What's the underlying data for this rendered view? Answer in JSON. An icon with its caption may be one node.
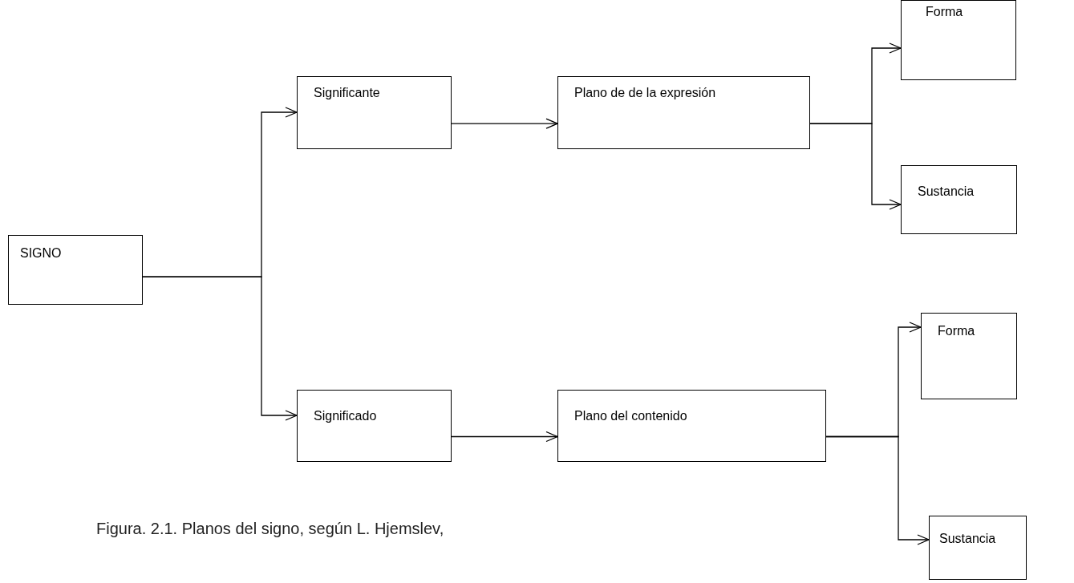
{
  "diagram": {
    "caption": "Figura. 2.1. Planos del signo, según L. Hjemslev,",
    "nodes": [
      {
        "text": [
          "SIGNO"
        ]
      },
      {
        "text": [
          "Significante"
        ]
      },
      {
        "text": [
          "Plano de de la expresión"
        ]
      },
      {
        "text": [
          "Forma"
        ]
      },
      {
        "text": [
          "Sustancia"
        ]
      },
      {
        "text": [
          "Significado"
        ]
      },
      {
        "text": [
          "Plano del contenido"
        ]
      },
      {
        "text": [
          "Forma"
        ]
      },
      {
        "text": [
          "Sustancia"
        ]
      }
    ],
    "edges": [
      {
        "from": 0,
        "to": 1,
        "arrow": "to"
      },
      {
        "from": 0,
        "to": 5,
        "arrow": "to"
      },
      {
        "from": 1,
        "to": 2,
        "arrow": "to"
      },
      {
        "from": 2,
        "to": 3,
        "arrow": "to"
      },
      {
        "from": 2,
        "to": 4,
        "arrow": "to"
      },
      {
        "from": 5,
        "to": 6,
        "arrow": "to"
      },
      {
        "from": 6,
        "to": 7,
        "arrow": "to"
      },
      {
        "from": 6,
        "to": 8,
        "arrow": "to"
      }
    ]
  }
}
